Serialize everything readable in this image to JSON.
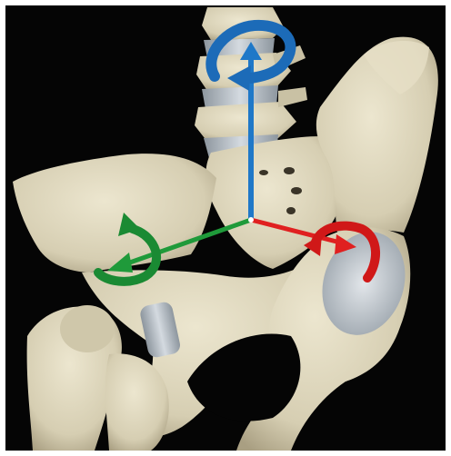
{
  "figure": {
    "background_color": "#050505",
    "bone_color": "#d9d2b8",
    "bone_shadow_color": "#b7ae90",
    "disc_color": "#b8c0c7",
    "cartilage_color": "#c4cbd2",
    "axes": [
      {
        "name": "vertical",
        "color": "#1f78c8",
        "rotation_arrow_color": "#1c6bb8"
      },
      {
        "name": "antero-posterior",
        "color": "#1f9a3a",
        "rotation_arrow_color": "#1a8a33"
      },
      {
        "name": "medio-lateral",
        "color": "#e02020",
        "rotation_arrow_color": "#d01818"
      }
    ],
    "origin_marker_color": "#ffffff"
  }
}
